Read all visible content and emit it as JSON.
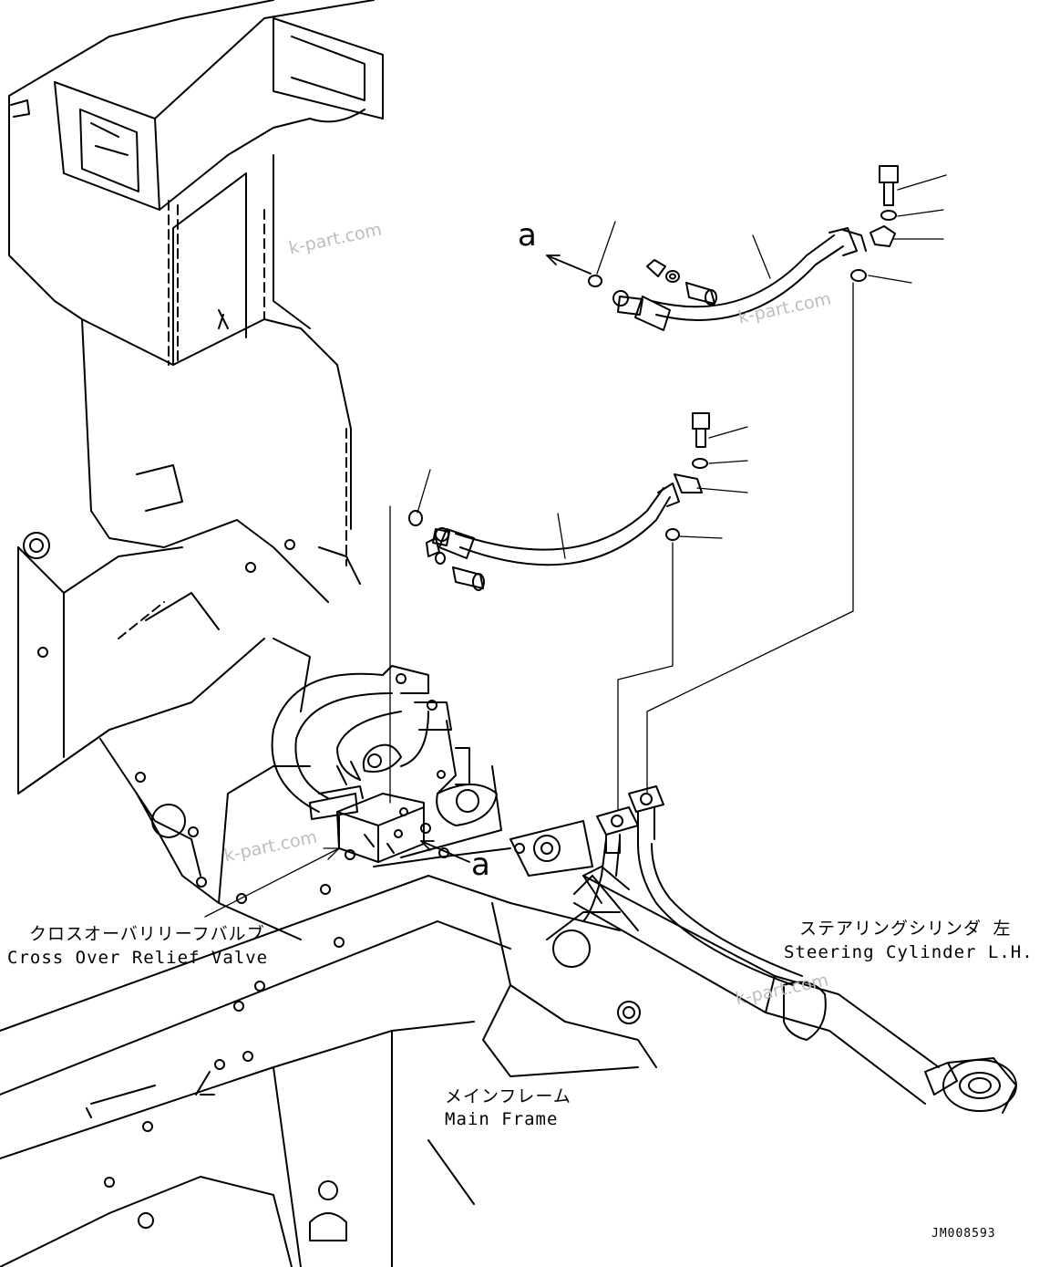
{
  "labels": {
    "cross_over_relief_valve_ja": "クロスオーバリリーフバルブ",
    "cross_over_relief_valve_en": "Cross Over Relief Valve",
    "steering_cylinder_ja": "ステアリングシリンダ 左",
    "steering_cylinder_en": "Steering Cylinder L.H.",
    "main_frame_ja": "メインフレーム",
    "main_frame_en": "Main Frame",
    "ref_a_top": "a",
    "ref_a_valve": "a",
    "drawing_code": "JM008593"
  },
  "watermarks": [
    "k-part.com",
    "k-part.com",
    "k-part.com",
    "k-part.com"
  ]
}
